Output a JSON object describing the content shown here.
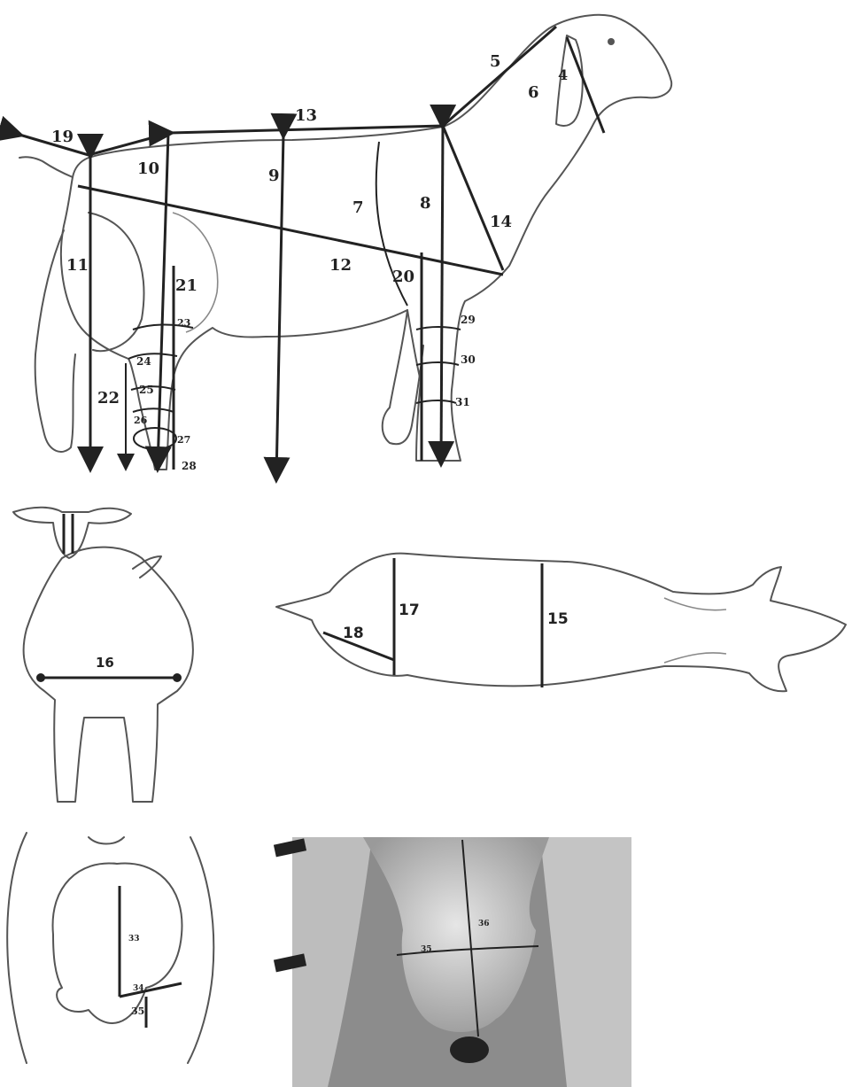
{
  "diagram": {
    "side_view_labels": {
      "m4": "4",
      "m5": "5",
      "m6": "6",
      "m7": "7",
      "m8": "8",
      "m9": "9",
      "m10": "10",
      "m11": "11",
      "m12": "12",
      "m13": "13",
      "m14": "14",
      "m19": "19",
      "m20": "20",
      "m21": "21",
      "m22": "22",
      "m23": "23",
      "m24": "24",
      "m25": "25",
      "m26": "26",
      "m27": "27",
      "m28": "28",
      "m29": "29",
      "m30": "30",
      "m31": "31"
    },
    "rear_view_labels": {
      "m16": "16"
    },
    "top_view_labels": {
      "m15": "15",
      "m17": "17",
      "m18": "18"
    },
    "udder_drawing_labels": {
      "m33": "33",
      "m34": "34",
      "m35": "35"
    },
    "udder_photo_labels": {
      "m35": "35",
      "m36": "36"
    }
  }
}
